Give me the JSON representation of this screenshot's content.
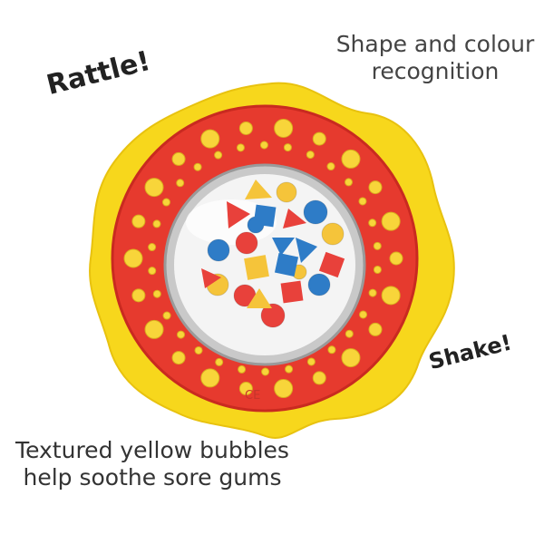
{
  "captions": {
    "rattle": "Rattle!",
    "shape_line1": "Shape and colour",
    "shape_line2": "recognition",
    "shake": "Shake!",
    "textured_line1": "Textured yellow bubbles",
    "textured_line2": "help soothe sore gums"
  },
  "colors": {
    "outer_yellow": "#F7D71C",
    "ring_red": "#E63A2E",
    "bubble_yellow": "#F8D53A",
    "shape_red": "#E8413B",
    "shape_blue": "#2E7CC7",
    "shape_yellow": "#F5C43A",
    "window": "#F4F4F4"
  },
  "icons": [
    "rattle-toy-photo"
  ]
}
